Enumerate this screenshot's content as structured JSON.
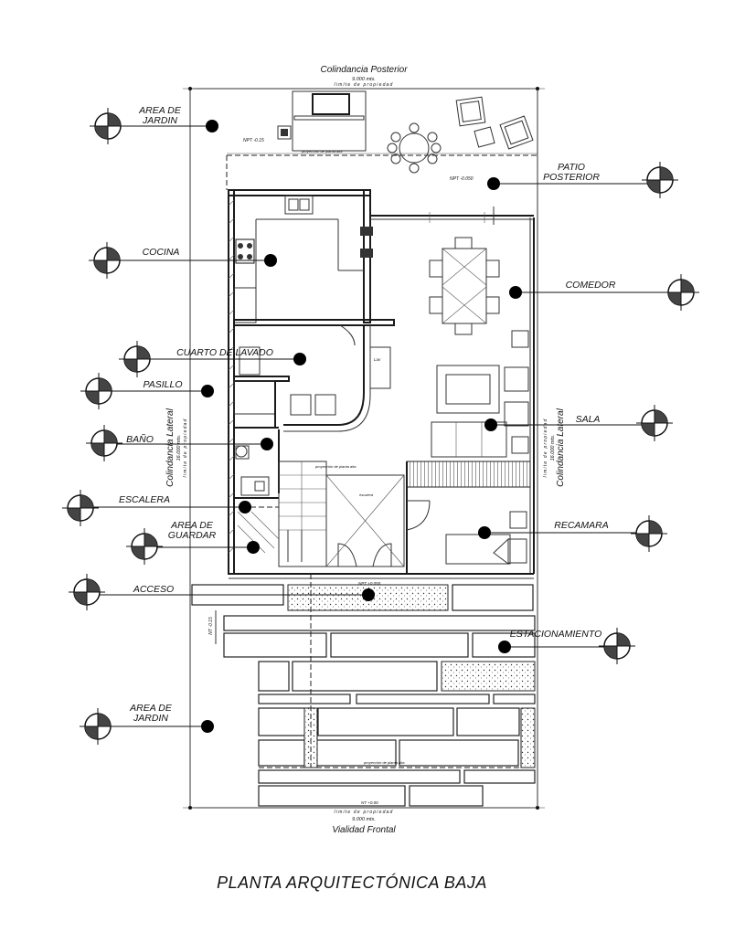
{
  "title": "PLANTA ARQUITECTÓNICA BAJA",
  "boundaries": {
    "rear": {
      "label": "Colindancia Posterior",
      "dimension": "9.000 mts.",
      "note": "limite de propiedad"
    },
    "front": {
      "label": "Vialidad Frontal",
      "dimension": "9.000 mts.",
      "note": "limite de propiedad"
    },
    "left": {
      "label": "Colindancia Lateral",
      "dimension": "16.000 mts.",
      "note": "limite de propiedad"
    },
    "right": {
      "label": "Colindancia Lateral",
      "dimension": "16.000 mts.",
      "note": "limite de propiedad"
    }
  },
  "rooms": [
    {
      "id": "area-jardin-rear",
      "lines": [
        "AREA  DE",
        "JARDIN"
      ]
    },
    {
      "id": "patio-posterior",
      "lines": [
        "PATIO",
        "POSTERIOR"
      ]
    },
    {
      "id": "cocina",
      "lines": [
        "COCINA"
      ]
    },
    {
      "id": "comedor",
      "lines": [
        "COMEDOR"
      ]
    },
    {
      "id": "cuarto-lavado",
      "lines": [
        "CUARTO  DE  LAVADO"
      ]
    },
    {
      "id": "pasillo",
      "lines": [
        "PASILLO"
      ]
    },
    {
      "id": "sala",
      "lines": [
        "SALA"
      ]
    },
    {
      "id": "bano",
      "lines": [
        "BAÑO"
      ]
    },
    {
      "id": "escalera",
      "lines": [
        "ESCALERA"
      ]
    },
    {
      "id": "area-guardar",
      "lines": [
        "AREA  DE",
        "GUARDAR"
      ]
    },
    {
      "id": "recamara",
      "lines": [
        "RECAMARA"
      ]
    },
    {
      "id": "acceso",
      "lines": [
        "ACCESO"
      ]
    },
    {
      "id": "estacionamiento",
      "lines": [
        "ESTACIONAMIENTO"
      ]
    },
    {
      "id": "area-jardin-front",
      "lines": [
        "AREA  DE",
        "JARDIN"
      ]
    }
  ],
  "level_marks": {
    "garden_rear": "NPT -0.15",
    "patio": "NPT -0.050",
    "access": "NPT +0.050",
    "parking_side": "NT -0.15",
    "front": "NT +0.00"
  },
  "projection_notes": {
    "upper_floor": "proyección de planta alta",
    "stairs_floor": "proyección de planta alta",
    "stair_label": "escalera",
    "front_floor": "proyección de planta alta",
    "laundry": "Lav"
  },
  "colors": {
    "ink": "#111111",
    "paper": "#ffffff"
  }
}
